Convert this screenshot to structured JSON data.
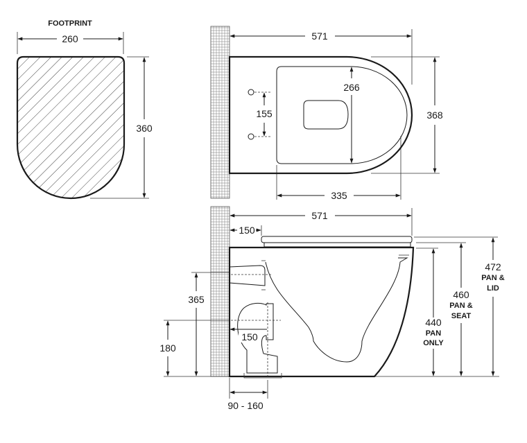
{
  "footprint": {
    "title": "FOOTPRINT",
    "width": "260",
    "depth": "360"
  },
  "plan": {
    "length": "571",
    "width": "368",
    "bowl_width": "266",
    "bowl_length": "335",
    "fixing_spacing": "155"
  },
  "side": {
    "length": "571",
    "offset_top": "150",
    "height_365": "365",
    "height_180": "180",
    "offset_inlet": "150",
    "outlet_range": "90 - 160",
    "pan_only_value": "440",
    "pan_only_label_1": "PAN",
    "pan_only_label_2": "ONLY",
    "pan_seat_value": "460",
    "pan_seat_label_1": "PAN &",
    "pan_seat_label_2": "SEAT",
    "pan_lid_value": "472",
    "pan_lid_label_1": "PAN &",
    "pan_lid_label_2": "LID"
  }
}
